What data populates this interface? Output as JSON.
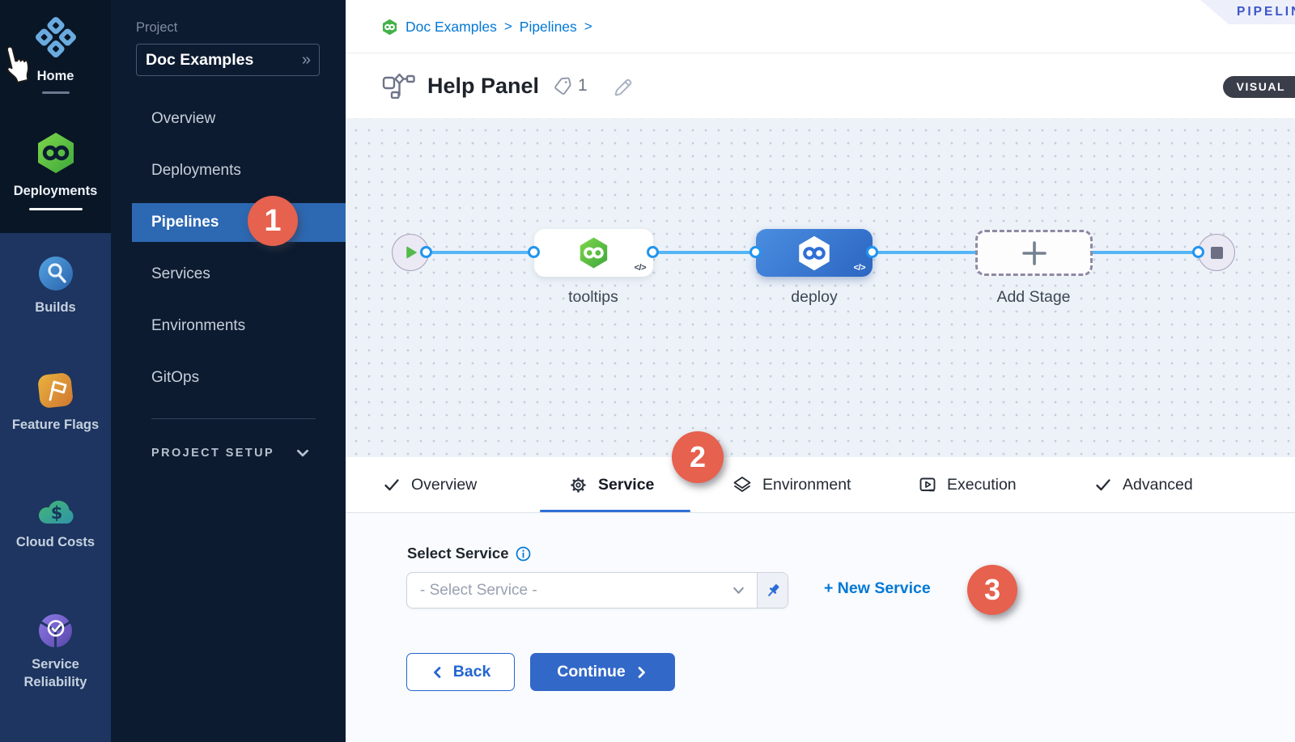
{
  "module_rail": {
    "items_top": [
      {
        "label": "Home"
      },
      {
        "label": "Deployments"
      }
    ],
    "items_bottom": [
      {
        "label": "Builds"
      },
      {
        "label": "Feature Flags"
      },
      {
        "label": "Cloud Costs"
      },
      {
        "label": "Service Reliability"
      }
    ]
  },
  "project_nav": {
    "section_label": "Project",
    "selector_value": "Doc Examples",
    "selector_chevron": "»",
    "items": [
      "Overview",
      "Deployments",
      "Pipelines",
      "Services",
      "Environments",
      "GitOps"
    ],
    "active_item": "Pipelines",
    "setup_label": "PROJECT SETUP"
  },
  "header": {
    "breadcrumb": {
      "project": "Doc Examples",
      "sep1": ">",
      "section": "Pipelines",
      "sep2": ">"
    },
    "ribbon_label": "PIPELIN",
    "title": "Help Panel",
    "tag_count": "1",
    "visual_badge": "VISUAL"
  },
  "pipeline": {
    "stage1_name": "tooltips",
    "stage2_name": "deploy",
    "add_stage_label": "Add Stage",
    "code_glyph": "</>"
  },
  "tabs": {
    "overview": "Overview",
    "service": "Service",
    "environment": "Environment",
    "execution": "Execution",
    "advanced": "Advanced"
  },
  "annotations": {
    "step1": "1",
    "step2": "2",
    "step3": "3"
  },
  "service_panel": {
    "label": "Select Service",
    "placeholder": "- Select Service -",
    "new_service": "+ New Service",
    "back": "Back",
    "continue": "Continue"
  },
  "colors": {
    "accent_blue": "#0278d5",
    "flow_line": "#55b6f6",
    "annotation_red": "#e6614e",
    "active_nav_row": "#2d68b2"
  }
}
